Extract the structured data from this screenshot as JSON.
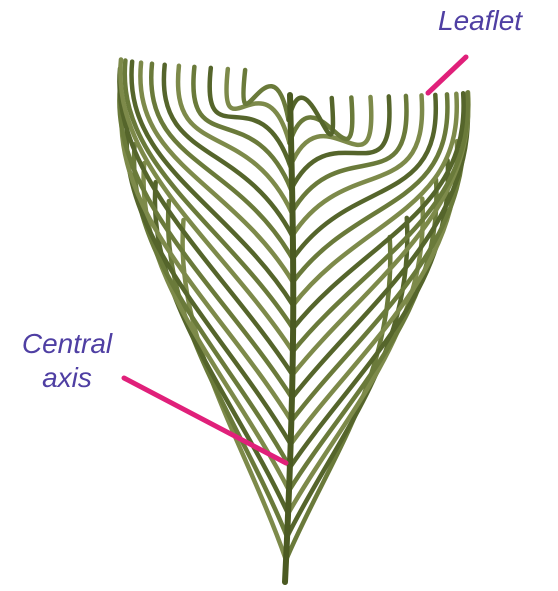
{
  "labels": {
    "leaflet": "Leaflet",
    "central_axis": {
      "line1": "Central",
      "line2": "axis"
    }
  },
  "colors": {
    "label_text": "#4f3fa3",
    "leader_line": "#e0207a",
    "leaf_light": "#7d8a4a",
    "leaf_mid": "#6a7a3a",
    "leaf_dark": "#55652b",
    "stem": "#4b5a22"
  }
}
